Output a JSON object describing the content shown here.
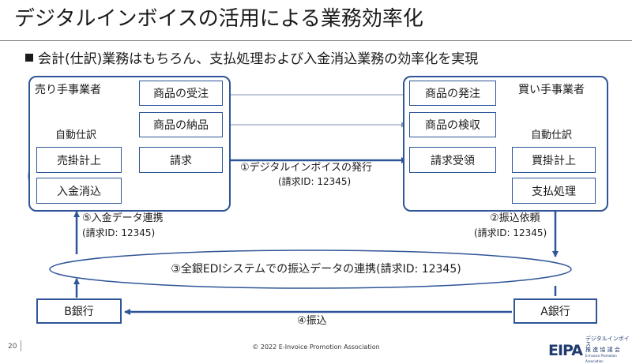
{
  "title": "デジタルインボイスの活用による業務効率化",
  "subtitle": "会計(仕訳)業務はもちろん、支払処理および入金消込業務の効率化を実現",
  "seller": {
    "name": "売り手事業者",
    "auto_journal": "自動仕訳",
    "boxes": {
      "order_receive": "商品の受注",
      "delivery": "商品の納品",
      "invoice": "請求",
      "receivable": "売掛計上",
      "reconcile": "入金消込"
    }
  },
  "buyer": {
    "name": "買い手事業者",
    "auto_journal": "自動仕訳",
    "boxes": {
      "order_place": "商品の発注",
      "inspection": "商品の検収",
      "invoice_receipt": "請求受領",
      "payable": "買掛計上",
      "payment": "支払処理"
    }
  },
  "flows": {
    "step1": "①デジタルインボイスの発行",
    "step1_id": "(請求ID: 12345)",
    "step2": "②振込依頼",
    "step2_id": "(請求ID: 12345)",
    "step3": "③全銀EDIシステムでの振込データの連携(請求ID: 12345)",
    "step4": "④振込",
    "step5": "⑤入金データ連携",
    "step5_id": "(請求ID: 12345)"
  },
  "banks": {
    "b": "B銀行",
    "a": "A銀行"
  },
  "footer": {
    "page": "20",
    "copyright": "© 2022 E-Invoice Promotion Association",
    "logo": "EIPA",
    "logo_jp_1": "デジタルインボイス",
    "logo_jp_2": "推 進 協 議 会",
    "logo_en": "E-Invoice Promotion Association"
  },
  "colors": {
    "primary": "#2e5597",
    "arrow_light": "#7f8fb0"
  }
}
